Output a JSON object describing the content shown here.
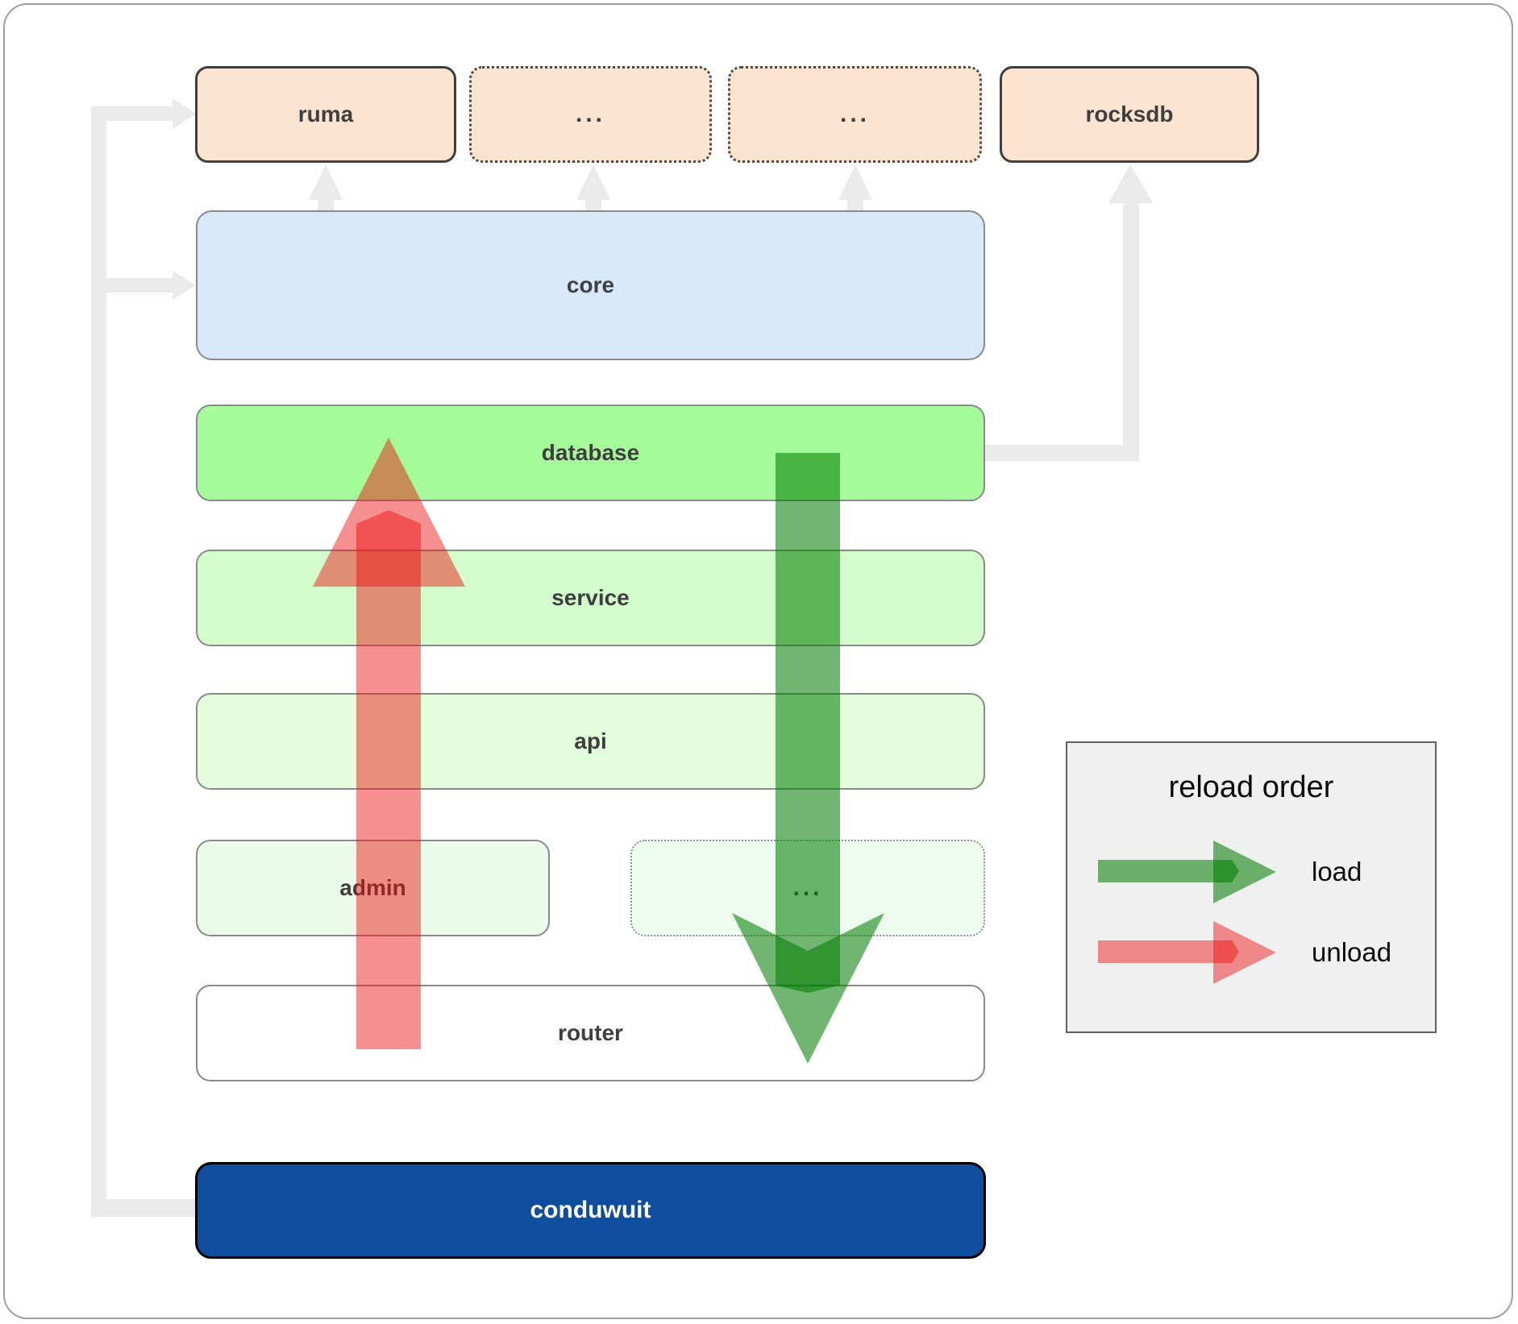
{
  "diagram": {
    "boxes": {
      "ruma": "ruma",
      "ellipsis_top_1": "...",
      "ellipsis_top_2": "...",
      "rocksdb": "rocksdb",
      "core": "core",
      "database": "database",
      "service": "service",
      "api": "api",
      "admin": "admin",
      "ellipsis_admin": "...",
      "router": "router",
      "conduwuit": "conduwuit"
    },
    "legend": {
      "title": "reload order",
      "items": [
        {
          "icon": "load-arrow-icon",
          "label": "load"
        },
        {
          "icon": "unload-arrow-icon",
          "label": "unload"
        }
      ]
    }
  },
  "palette": {
    "module-fill": "#fce4d1",
    "module-border": "#3f3f3f",
    "core-fill": "#d6e8fa",
    "database-fill": "#a5fb99",
    "service-fill": "#d3fbcb",
    "api-fill": "#e2fcdc",
    "admin-fill": "#ebfbe9",
    "admin-etc-fill": "#edfcee",
    "router-fill": "#ffffff",
    "conduwuit-fill": "#0f4e9c",
    "box-border": "#8a8a8a",
    "connector-color": "#eaeaea",
    "label-color": "#3f3f3f",
    "load-color": "#007d00",
    "unload-color": "#ec1212",
    "legend-bg": "#f0f0f0",
    "legend-border": "#606060"
  }
}
